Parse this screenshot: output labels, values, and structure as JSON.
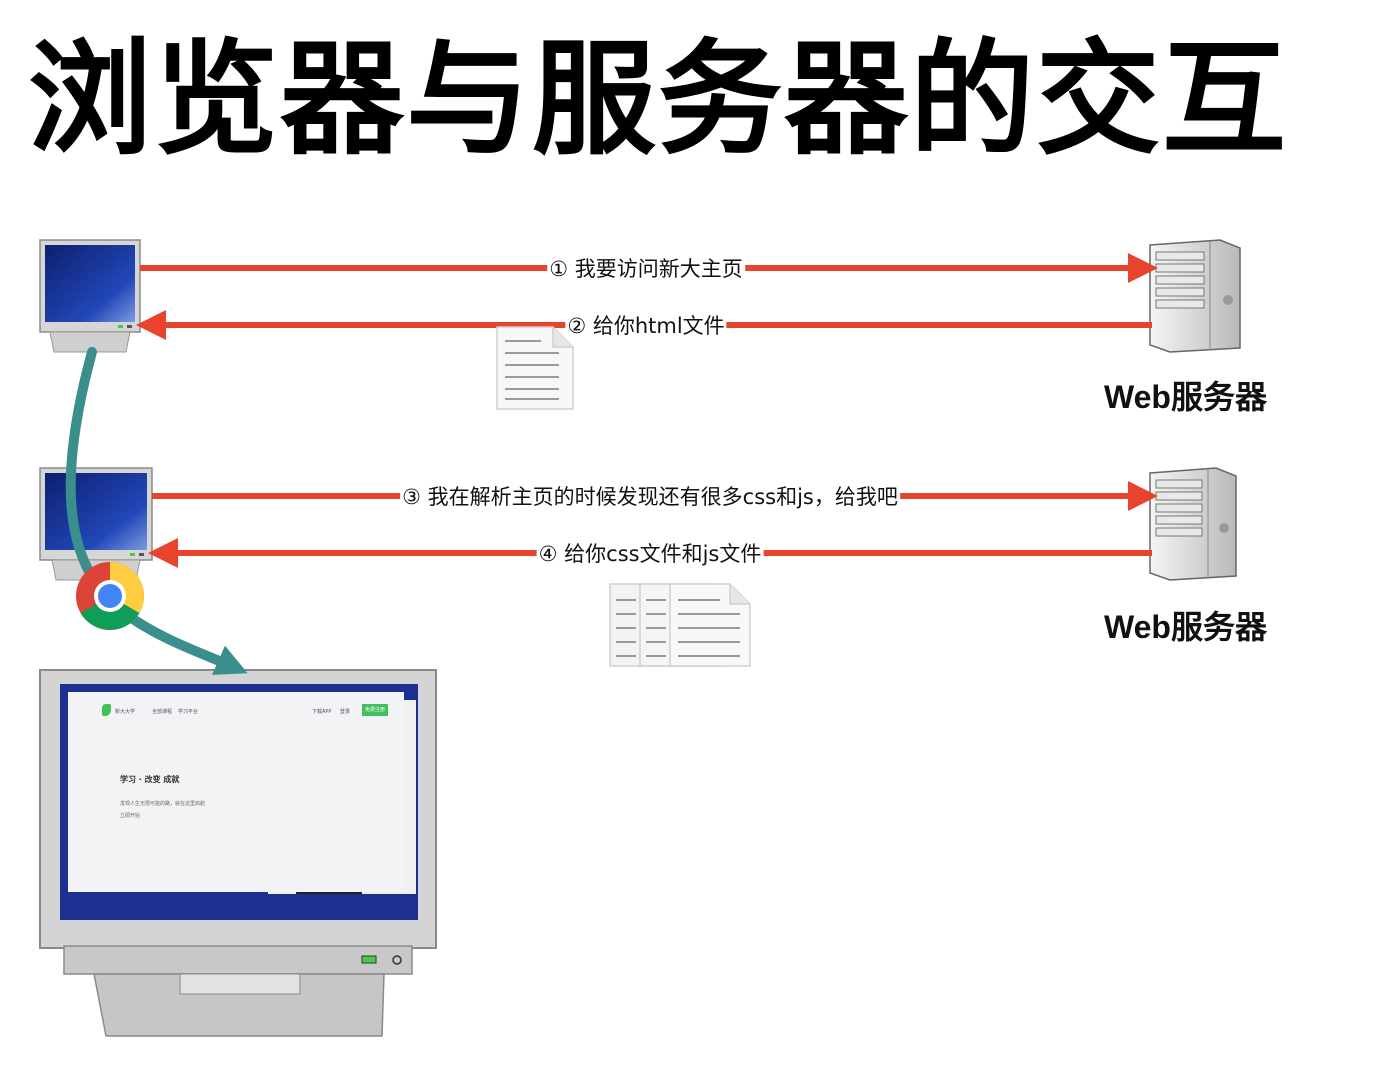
{
  "title": "浏览器与服务器的交互",
  "messages": [
    {
      "text": "① 我要访问新大主页"
    },
    {
      "text": "② 给你html文件"
    },
    {
      "text": "③ 我在解析主页的时候发现还有很多css和js，给我吧"
    },
    {
      "text": "④ 给你css文件和js文件"
    }
  ],
  "servers": [
    {
      "label": "Web服务器"
    },
    {
      "label": "Web服务器"
    }
  ],
  "colors": {
    "arrow": "#e8432d",
    "curve": "#3a8f8c",
    "screen": "#1b2a8c",
    "monitor_body": "#d4d4d4"
  },
  "icons": [
    "desktop-computer-icon",
    "server-tower-icon",
    "document-icon",
    "chrome-icon"
  ],
  "website": {
    "logo_text": "新大大学",
    "nav": [
      "全部课程",
      "学习平台"
    ],
    "right_nav": [
      "下载APP",
      "登录"
    ],
    "button": "免费注册",
    "hero_title": "学习 · 改变 成就",
    "hero_lines": [
      "发现人生无限可能的路，就在这里启航",
      "立即开始"
    ]
  }
}
